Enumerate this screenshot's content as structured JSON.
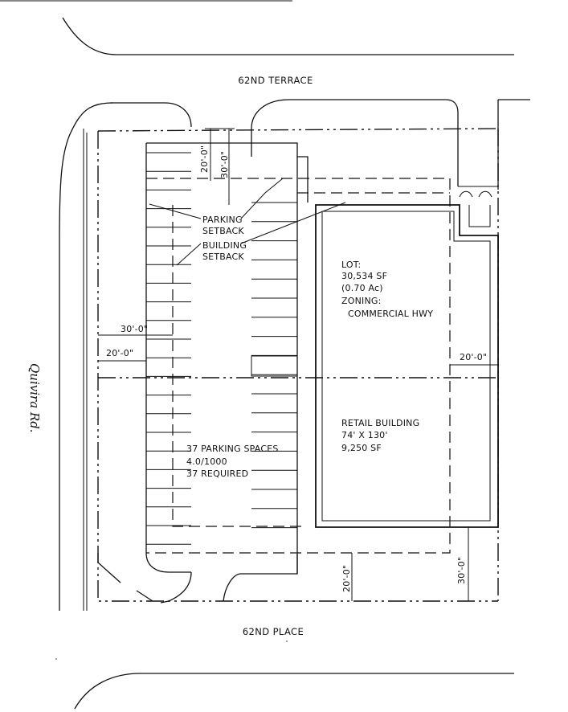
{
  "streets": {
    "north": "62ND TERRACE",
    "south": "62ND PLACE",
    "west_handwritten": "Quivira Rd."
  },
  "callouts": {
    "parking_setback": [
      "PARKING",
      "SETBACK"
    ],
    "building_setback": [
      "BUILDING",
      "SETBACK"
    ]
  },
  "lot_info": [
    "LOT:",
    "30,534 SF",
    "(0.70 Ac)",
    "ZONING:",
    "COMMERCIAL HWY"
  ],
  "building_info": [
    "RETAIL BUILDING",
    "74' X 130'",
    "9,250 SF"
  ],
  "parking_info": [
    "37 PARKING SPACES",
    "4.0/1000",
    "37 REQUIRED"
  ],
  "dimensions": {
    "top_20": "20'-0\"",
    "top_30": "30'-0\"",
    "west_30": "30'-0\"",
    "west_20": "20'-0\"",
    "east_20": "20'-0\"",
    "bottom_20": "20'-0\"",
    "bottom_30": "30'-0\""
  }
}
